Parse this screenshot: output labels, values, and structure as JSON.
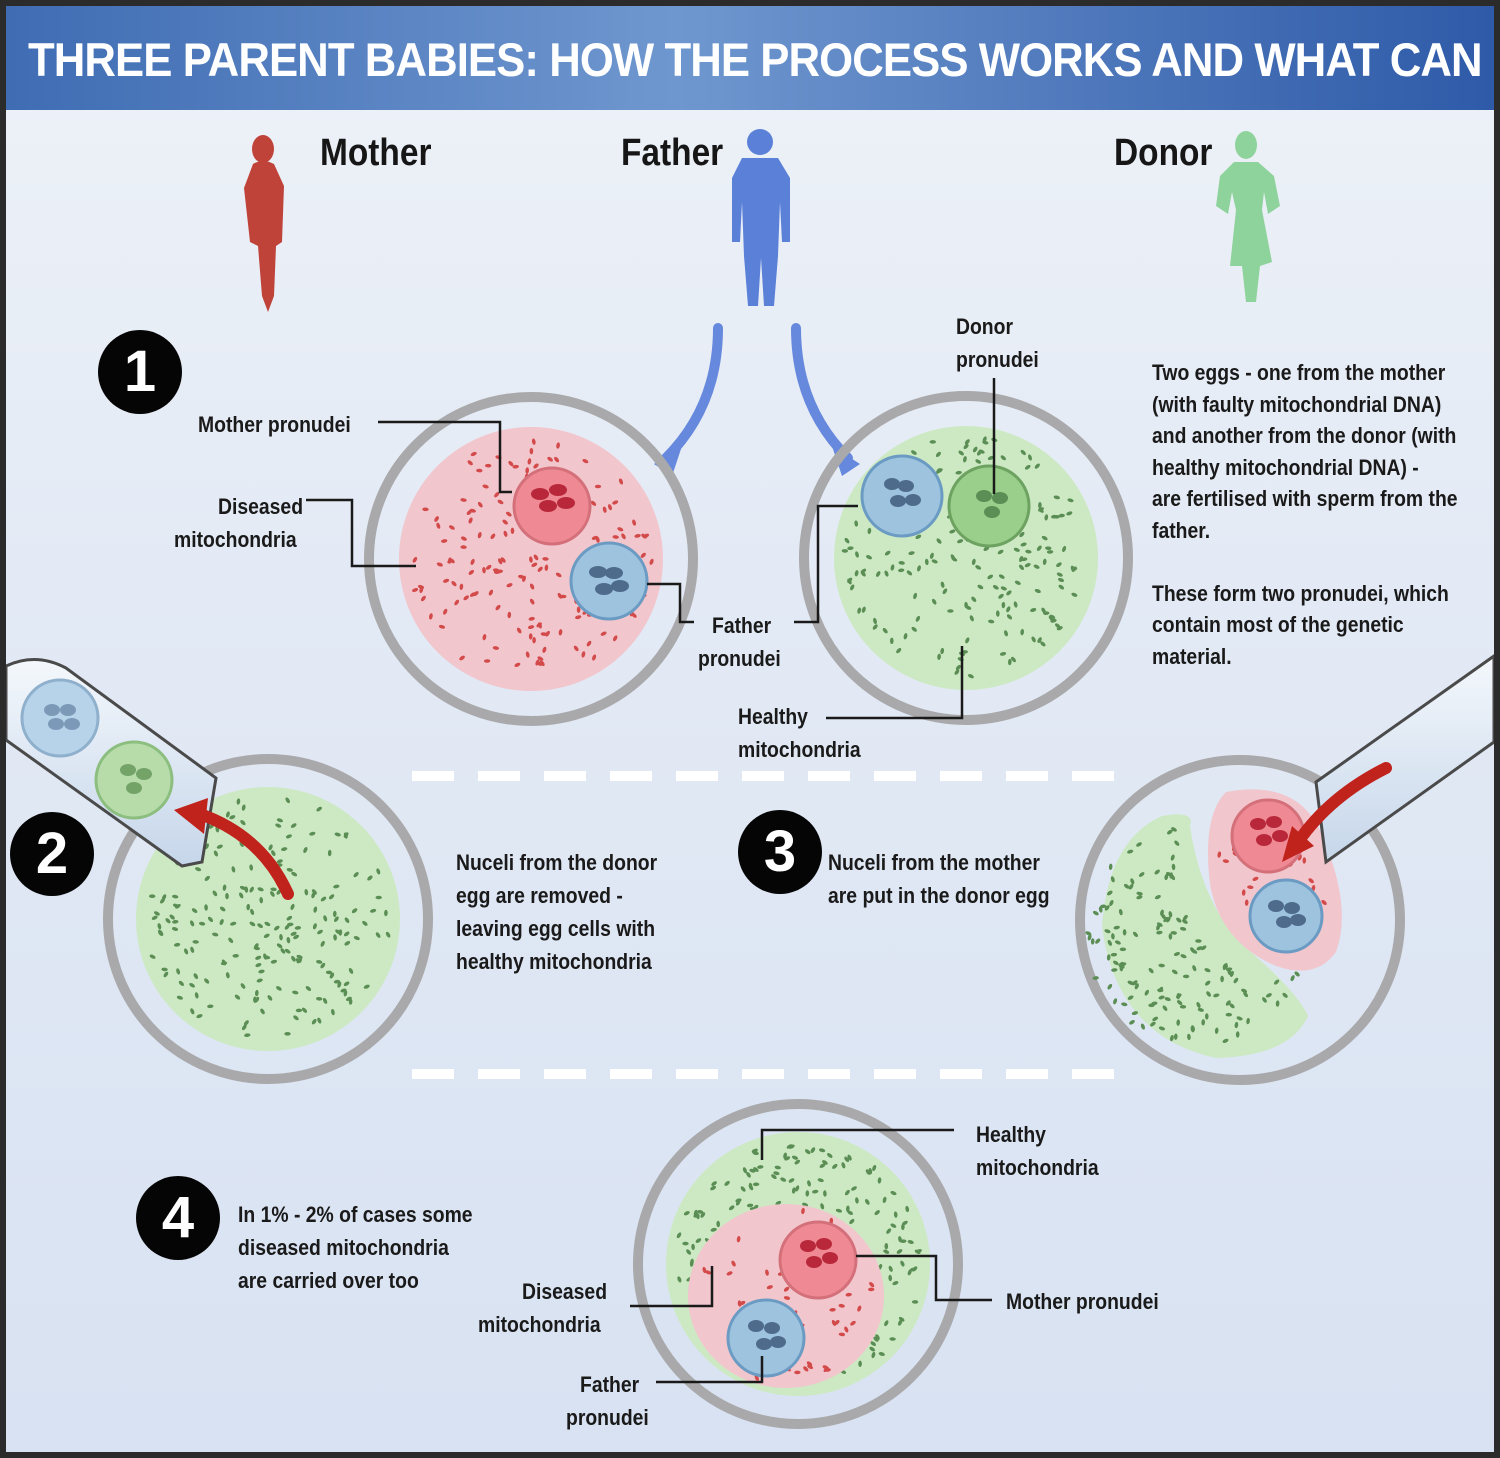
{
  "title": "THREE PARENT BABIES:  HOW THE PROCESS WORKS AND WHAT CAN GO WRONG",
  "people": {
    "mother": "Mother",
    "father": "Father",
    "donor": "Donor"
  },
  "colors": {
    "mother": "#c0433a",
    "father": "#5b80d8",
    "donor": "#8fd39c",
    "header": "#3f6cb3",
    "arrow_red": "#c0221c"
  },
  "steps": {
    "s1": {
      "number": "1",
      "text": [
        "Two eggs - one from the mother",
        "(with faulty mitochondrial DNA)",
        "and another from the donor (with",
        "healthy mitochondrial DNA) -",
        "are fertilised with sperm from the",
        "father.",
        "",
        "These form two pronudei, which",
        "contain most of the genetic",
        "material."
      ]
    },
    "s2": {
      "number": "2",
      "text": [
        "Nuceli from the donor",
        "egg are removed -",
        "leaving egg cells with",
        "healthy mitochondria"
      ]
    },
    "s3": {
      "number": "3",
      "text": [
        "Nuceli from the mother",
        "are put in the donor egg"
      ]
    },
    "s4": {
      "number": "4",
      "text": [
        "In 1% - 2% of cases some",
        "diseased mitochondria",
        "are carried over too"
      ]
    }
  },
  "labels": {
    "mother_pronuclei": "Mother pronudei",
    "diseased_mito": [
      "Diseased",
      "mitochondria"
    ],
    "father_pronuclei": [
      "Father",
      "pronudei"
    ],
    "donor_pronuclei": [
      "Donor",
      "pronudei"
    ],
    "healthy_mito": [
      "Healthy",
      "mitochondria"
    ],
    "healthy_mito_4": [
      "Healthy",
      "mitochondria"
    ],
    "diseased_mito_4": [
      "Diseased",
      "mitochondria"
    ],
    "mother_pronuclei_4": "Mother pronudei",
    "father_pronuclei_4": [
      "Father",
      "pronudei"
    ]
  }
}
